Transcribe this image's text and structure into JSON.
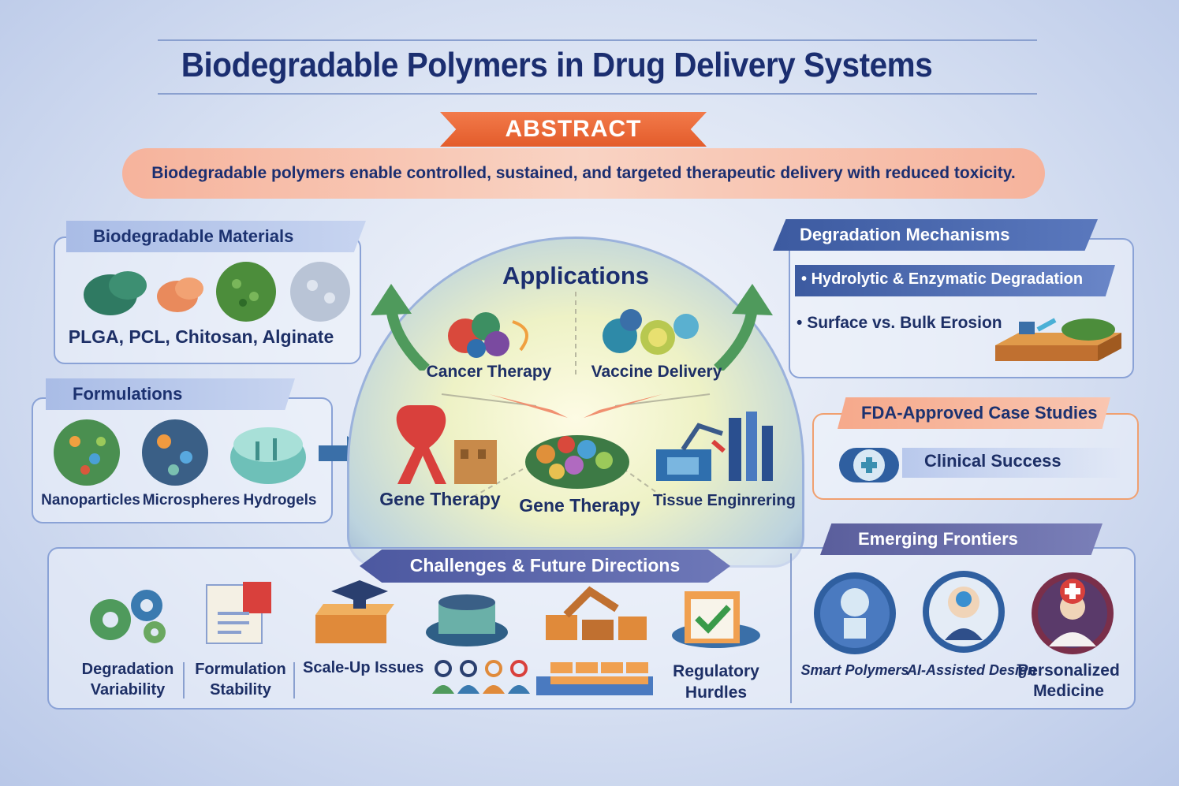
{
  "title": "Biodegradable Polymers in Drug Delivery Systems",
  "abstract": {
    "heading": "ABSTRACT",
    "text": "Biodegradable polymers enable controlled, sustained, and targeted therapeutic delivery with reduced toxicity."
  },
  "materials": {
    "heading": "Biodegradable Materials",
    "items": "PLGA, PCL, Chitosan,  Alginate"
  },
  "formulations": {
    "heading": "Formulations",
    "items": [
      "Nanoparticles",
      "Microspheres",
      "Hydrogels"
    ]
  },
  "applications": {
    "heading": "Applications",
    "items": [
      "Cancer Therapy",
      "Vaccine Delivery",
      "Gene Therapy",
      "Gene Therapy",
      "Tissue Enginrering"
    ]
  },
  "degradation": {
    "heading": "Degradation Mechanisms",
    "items": [
      "Hydrolytic & Enzymatic Degradation",
      "Surface vs. Bulk Erosion"
    ]
  },
  "fda": {
    "heading": "FDA-Approved Case Studies",
    "item": "Clinical Success"
  },
  "challenges": {
    "heading": "Challenges & Future Directions",
    "items": [
      "Degradation\nVariability",
      "Formulation\nStability",
      "Scale-Up Issues",
      "Regulatory\nHurdles"
    ]
  },
  "frontiers": {
    "heading": "Emerging Frontiers",
    "items": [
      "Smart Polymers",
      "AI-Assisted Design",
      "Personalized\nMedicine"
    ]
  },
  "colors": {
    "title": "#1b2e70",
    "accent_orange": "#e35c2b",
    "panel_border": "#8aa2d6",
    "arrow_green": "#4f9a5c"
  }
}
